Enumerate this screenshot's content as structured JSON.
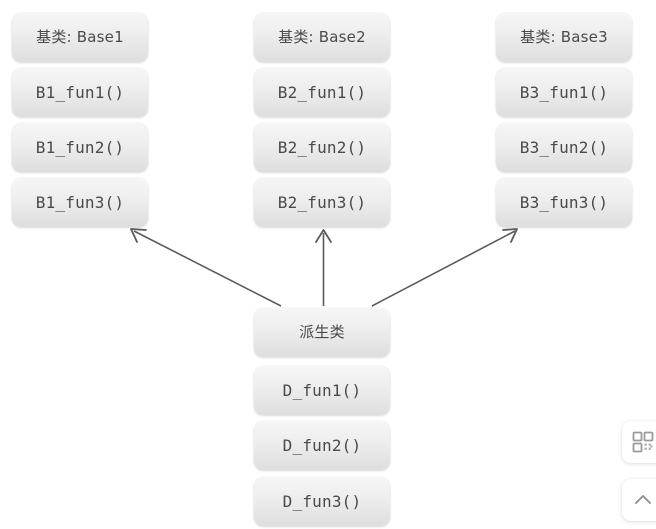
{
  "diagram": {
    "title_text": "",
    "background_color": "#ffffff",
    "node_fill_top": "#f6f6f6",
    "node_fill_bottom": "#dedede",
    "node_text_color": "#4a4a4a",
    "arrow_color": "#5b5b5b",
    "base_classes": [
      {
        "id": "base1",
        "header": "基类: Base1",
        "methods": [
          "B1_fun1()",
          "B1_fun2()",
          "B1_fun3()"
        ]
      },
      {
        "id": "base2",
        "header": "基类: Base2",
        "methods": [
          "B2_fun1()",
          "B2_fun2()",
          "B2_fun3()"
        ]
      },
      {
        "id": "base3",
        "header": "基类: Base3",
        "methods": [
          "B3_fun1()",
          "B3_fun2()",
          "B3_fun3()"
        ]
      }
    ],
    "derived_class": {
      "id": "derived",
      "header": "派生类",
      "methods": [
        "D_fun1()",
        "D_fun2()",
        "D_fun3()"
      ]
    },
    "edges": [
      {
        "from": "derived",
        "to": "base1",
        "kind": "inheritance"
      },
      {
        "from": "derived",
        "to": "base2",
        "kind": "inheritance"
      },
      {
        "from": "derived",
        "to": "base3",
        "kind": "inheritance"
      }
    ]
  },
  "floating_buttons": [
    {
      "id": "qr-code",
      "icon": "qr-code-icon",
      "label": ""
    },
    {
      "id": "scroll-top",
      "icon": "chevron-up-icon",
      "label": ""
    }
  ]
}
